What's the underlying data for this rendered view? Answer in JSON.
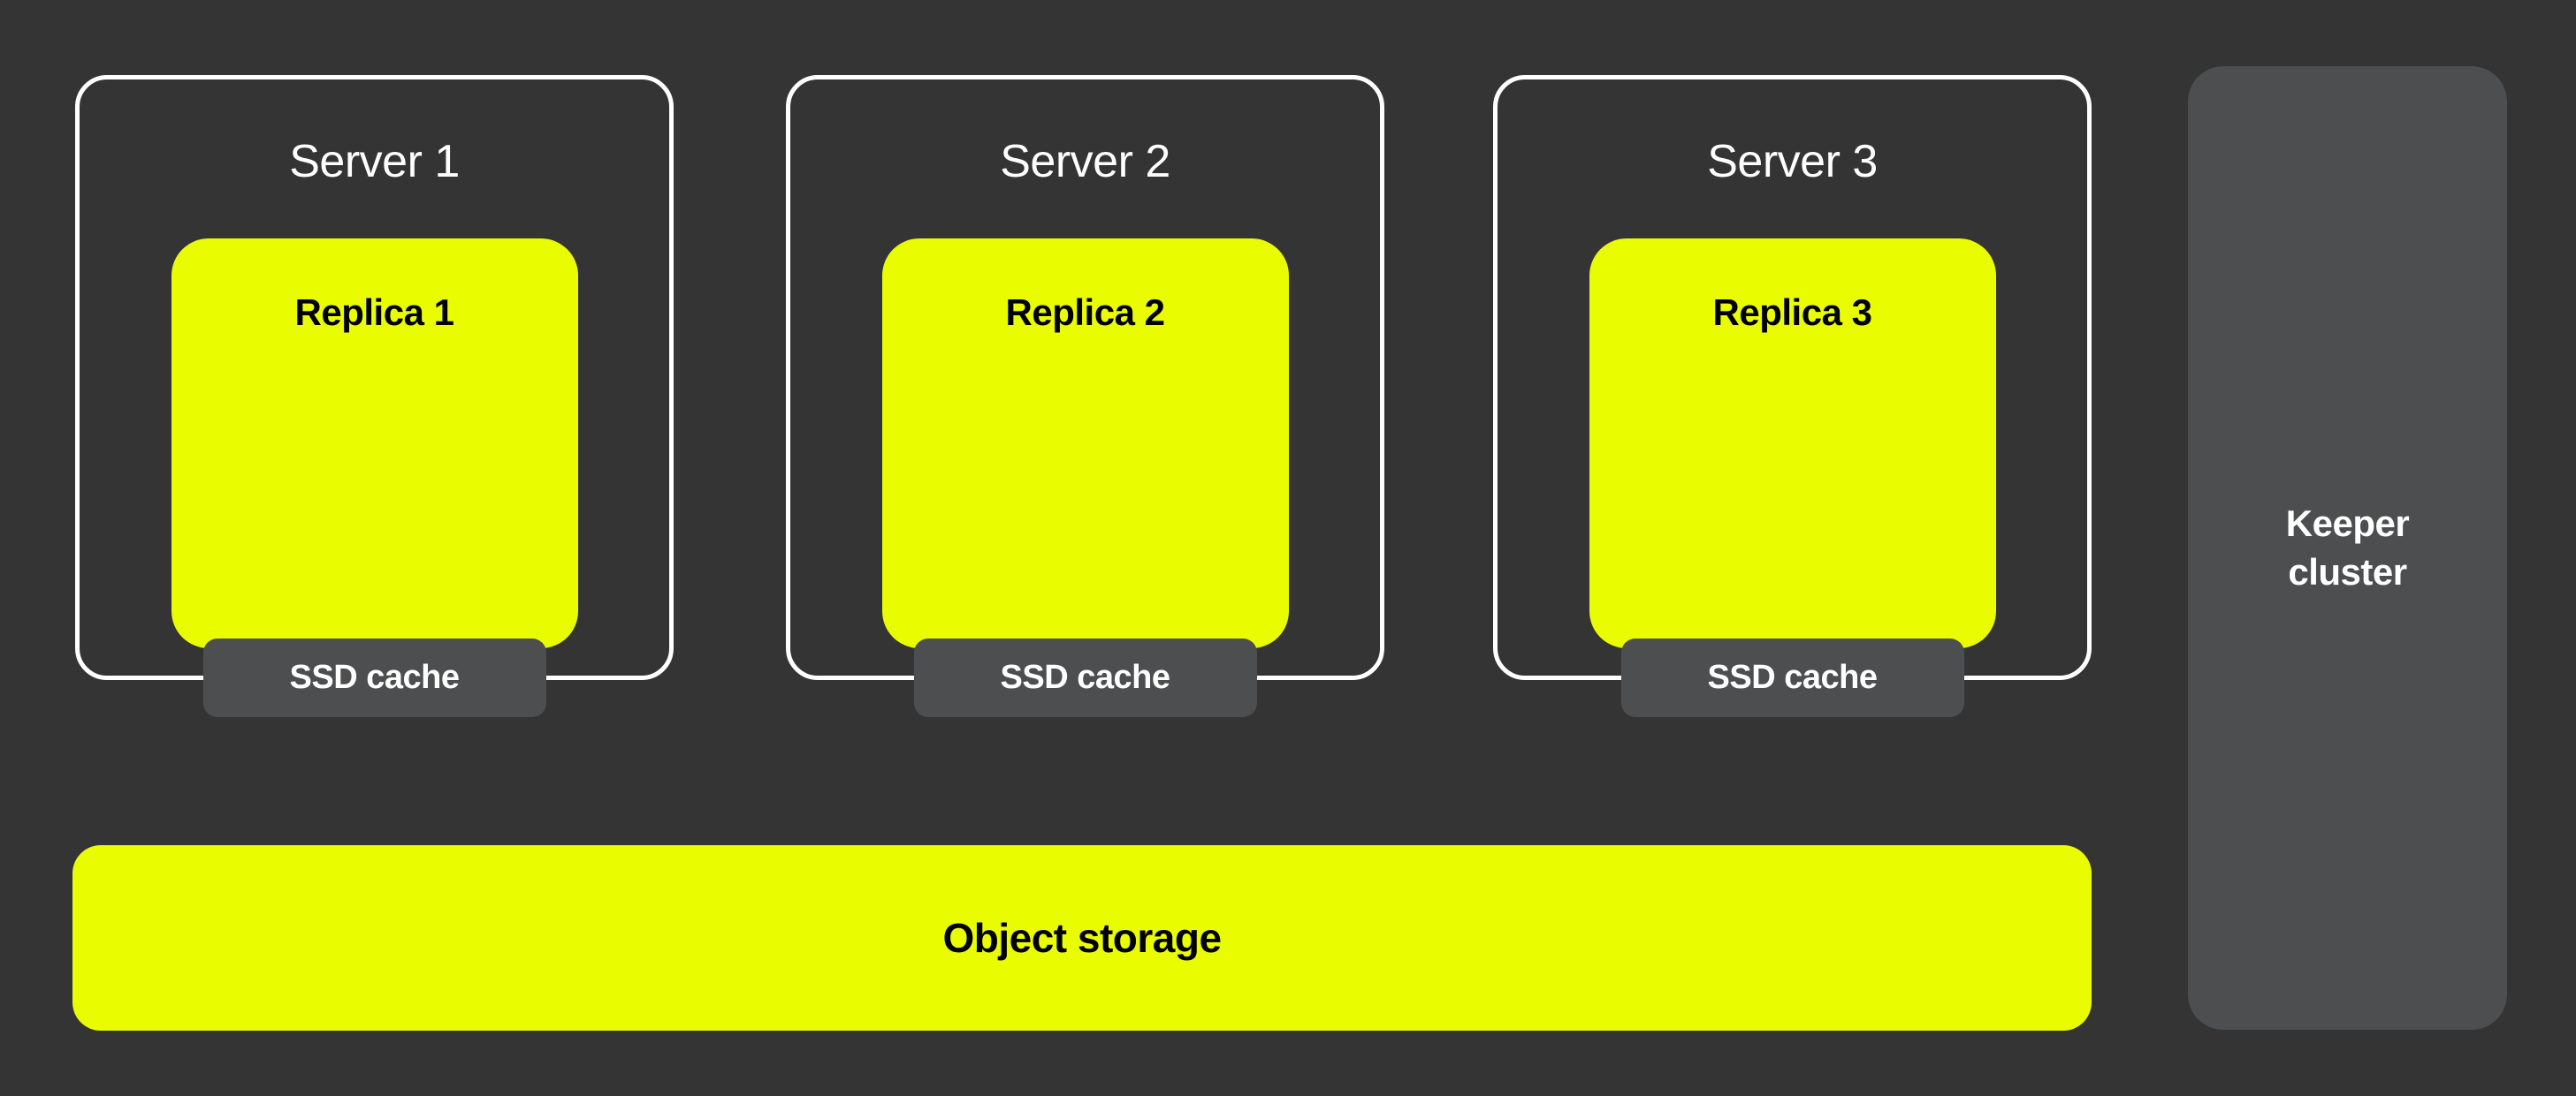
{
  "diagram": {
    "servers": [
      {
        "title": "Server 1",
        "replica_label": "Replica 1",
        "cache_label": "SSD cache"
      },
      {
        "title": "Server 2",
        "replica_label": "Replica 2",
        "cache_label": "SSD cache"
      },
      {
        "title": "Server 3",
        "replica_label": "Replica 3",
        "cache_label": "SSD cache"
      }
    ],
    "object_storage_label": "Object storage",
    "keeper_cluster_label": "Keeper cluster",
    "colors": {
      "background": "#343434",
      "accent_yellow": "#EAFD00",
      "panel_gray": "#4D4E50",
      "outline_white": "#FFFFFF",
      "text_on_yellow": "#000000",
      "text_on_dark": "#FFFFFF"
    }
  }
}
